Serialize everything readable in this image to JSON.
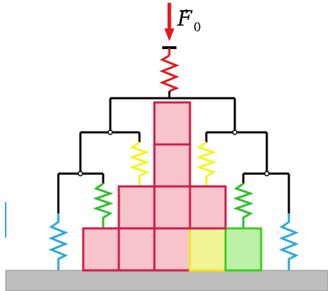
{
  "force": {
    "symbol": "F",
    "subscript": "0",
    "vector_mark": "→"
  },
  "colors": {
    "force_arrow": "#e8141c",
    "top_spring": "#e8141c",
    "frame": "#000000",
    "yellow_spring": "#f5f51a",
    "green_spring": "#2bbf2b",
    "blue_spring": "#2aa8dc",
    "pink_fill": "#f8c4cc",
    "pink_edge": "#d01a4a",
    "yellow_fill": "#f2f597",
    "yellow_edge": "#f0e81a",
    "green_fill": "#bdf0a8",
    "green_edge": "#3bcf1a",
    "ground": "#bdbdbd",
    "ground_edge": "#8f8f8f"
  },
  "blocks": [
    {
      "tier": 1,
      "col": 0,
      "kind": "pink"
    },
    {
      "tier": 1,
      "col": 1,
      "kind": "pink"
    },
    {
      "tier": 1,
      "col": 2,
      "kind": "pink"
    },
    {
      "tier": 1,
      "col": 3,
      "kind": "yellow"
    },
    {
      "tier": 1,
      "col": 4,
      "kind": "green"
    },
    {
      "tier": 2,
      "col": 1,
      "kind": "pink"
    },
    {
      "tier": 2,
      "col": 2,
      "kind": "pink"
    },
    {
      "tier": 2,
      "col": 3,
      "kind": "pink"
    },
    {
      "tier": 3,
      "col": 2,
      "kind": "pink"
    },
    {
      "tier": 4,
      "col": 2,
      "kind": "pink"
    }
  ]
}
